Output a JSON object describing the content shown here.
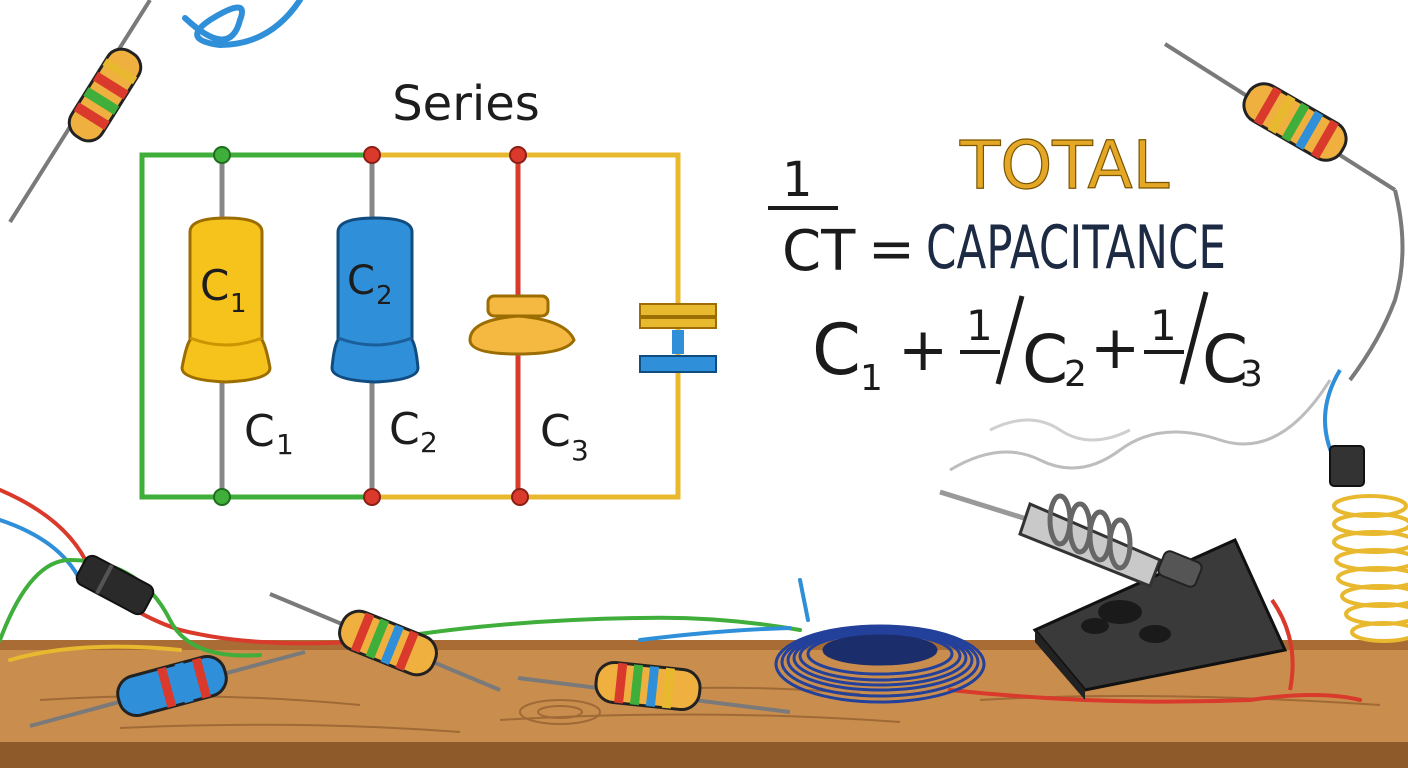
{
  "diagram": {
    "title": "Series",
    "capacitor_body_labels": {
      "c1": "C",
      "c1_sub": "1",
      "c2": "C",
      "c2_sub": "2"
    },
    "wire_labels": [
      {
        "main": "C",
        "sub": "1"
      },
      {
        "main": "C",
        "sub": "2"
      },
      {
        "main": "C",
        "sub": "3"
      }
    ]
  },
  "formula": {
    "numerator": "1",
    "denominator": "CT",
    "equals": "=",
    "title_line1": "TOTAL",
    "title_line2": "CAPACITANCE",
    "term1_main": "C",
    "term1_sub": "1",
    "plus1": "+",
    "frac2_num": "1",
    "term2_main": "C",
    "term2_sub": "2",
    "plus2": "+",
    "frac3_num": "1",
    "term3_main": "C",
    "term3_sub": "3"
  },
  "colors": {
    "wire_green": "#3fae3a",
    "wire_yellow": "#e8b92e",
    "wire_red": "#d93a2b",
    "cap_yellow": "#f6c21c",
    "cap_blue": "#2f8fd8",
    "title_orange": "#e5a826",
    "navy": "#1c2a44",
    "wood": "#c98d4e"
  },
  "icons": [
    "resistor-icon",
    "soldering-iron-icon",
    "wire-coil-icon",
    "coiled-cord-icon"
  ]
}
